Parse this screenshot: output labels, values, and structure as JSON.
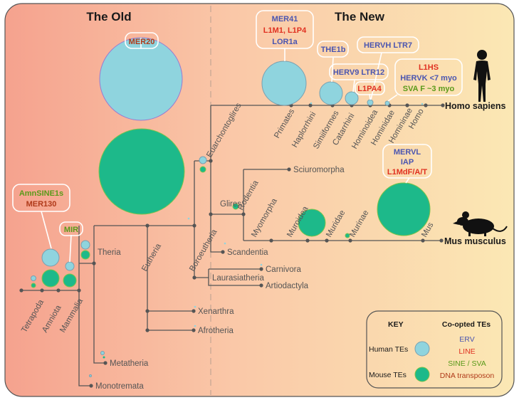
{
  "headers": {
    "old": "The Old",
    "new": "The New"
  },
  "colors": {
    "erv": "#4a55b0",
    "line": "#e03020",
    "sine": "#5a9a1a",
    "dna": "#b03a1a",
    "human_fill": "#8fd4de",
    "mouse_fill": "#1db98a",
    "branch": "#555555"
  },
  "clades": {
    "tetrapoda": "Tetrapoda",
    "amniota": "Amniota",
    "mammalia": "Mammalia",
    "theria": "Theria",
    "eutheria": "Eutheria",
    "boroeutheria": "Boroeutheria",
    "euarchontoglires": "Euarchontoglires",
    "primates": "Primates",
    "haplorrhini": "Haplorrhini",
    "simiiformes": "Simiiformes",
    "catarrhini": "Catarrhini",
    "hominoidea": "Hominoidea",
    "hominidae": "Hominidae",
    "homininae": "Homininae",
    "homo": "Homo",
    "homo_sapiens": "Homo sapiens",
    "glires": "Glires",
    "rodentia": "Rodentia",
    "sciuromorpha": "Sciuromorpha",
    "myomorpha": "Myomorpha",
    "muroidea": "Muroidea",
    "muridae": "Muridae",
    "murinae": "Murinae",
    "mus": "Mus",
    "mus_musculus": "Mus musculus",
    "scandentia": "Scandentia",
    "laurasiatheria": "Laurasiatheria",
    "carnivora": "Carnivora",
    "artiodactyla": "Artiodactyla",
    "xenarthra": "Xenarthra",
    "afrotheria": "Afrotheria",
    "metatheria": "Metatheria",
    "monotremata": "Monotremata"
  },
  "callouts": {
    "mer20": "MER20",
    "amnsine1s": "AmnSINE1s",
    "mer130": "MER130",
    "mir": "MIR",
    "mer41": "MER41",
    "l1m1_l1p4": "L1M1, L1P4",
    "lor1a": "LOR1a",
    "the1b": "THE1b",
    "herv9_ltr12": "HERV9 LTR12",
    "hervh_ltr7": "HERVH LTR7",
    "l1pa4": "L1PA4",
    "l1hs": "L1HS",
    "hervk": "HERVK <7 myo",
    "sva_f": "SVA F ~3 myo",
    "mervl": "MERVL",
    "iap": "IAP",
    "l1mdf": "L1MdF/A/T"
  },
  "key": {
    "title": "KEY",
    "coopted_title": "Co-opted TEs",
    "human": "Human TEs",
    "mouse": "Mouse TEs",
    "erv": "ERV",
    "line": "LINE",
    "sine": "SINE / SVA",
    "dna": "DNA transposon"
  }
}
